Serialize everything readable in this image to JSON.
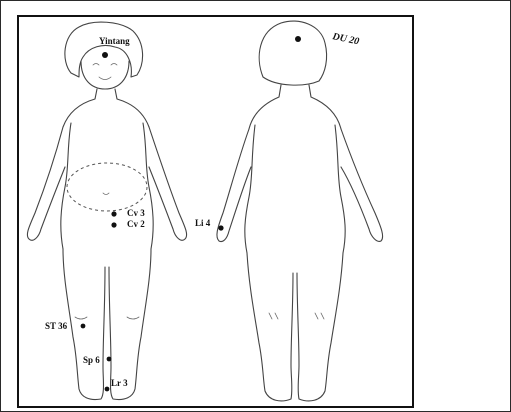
{
  "points": {
    "yintang": "Yintang",
    "du20": "DU 20",
    "cv3": "Cv 3",
    "cv2": "Cv 2",
    "li4": "Li 4",
    "st36": "ST 36",
    "sp6": "Sp 6",
    "lr3": "Lr 3"
  }
}
